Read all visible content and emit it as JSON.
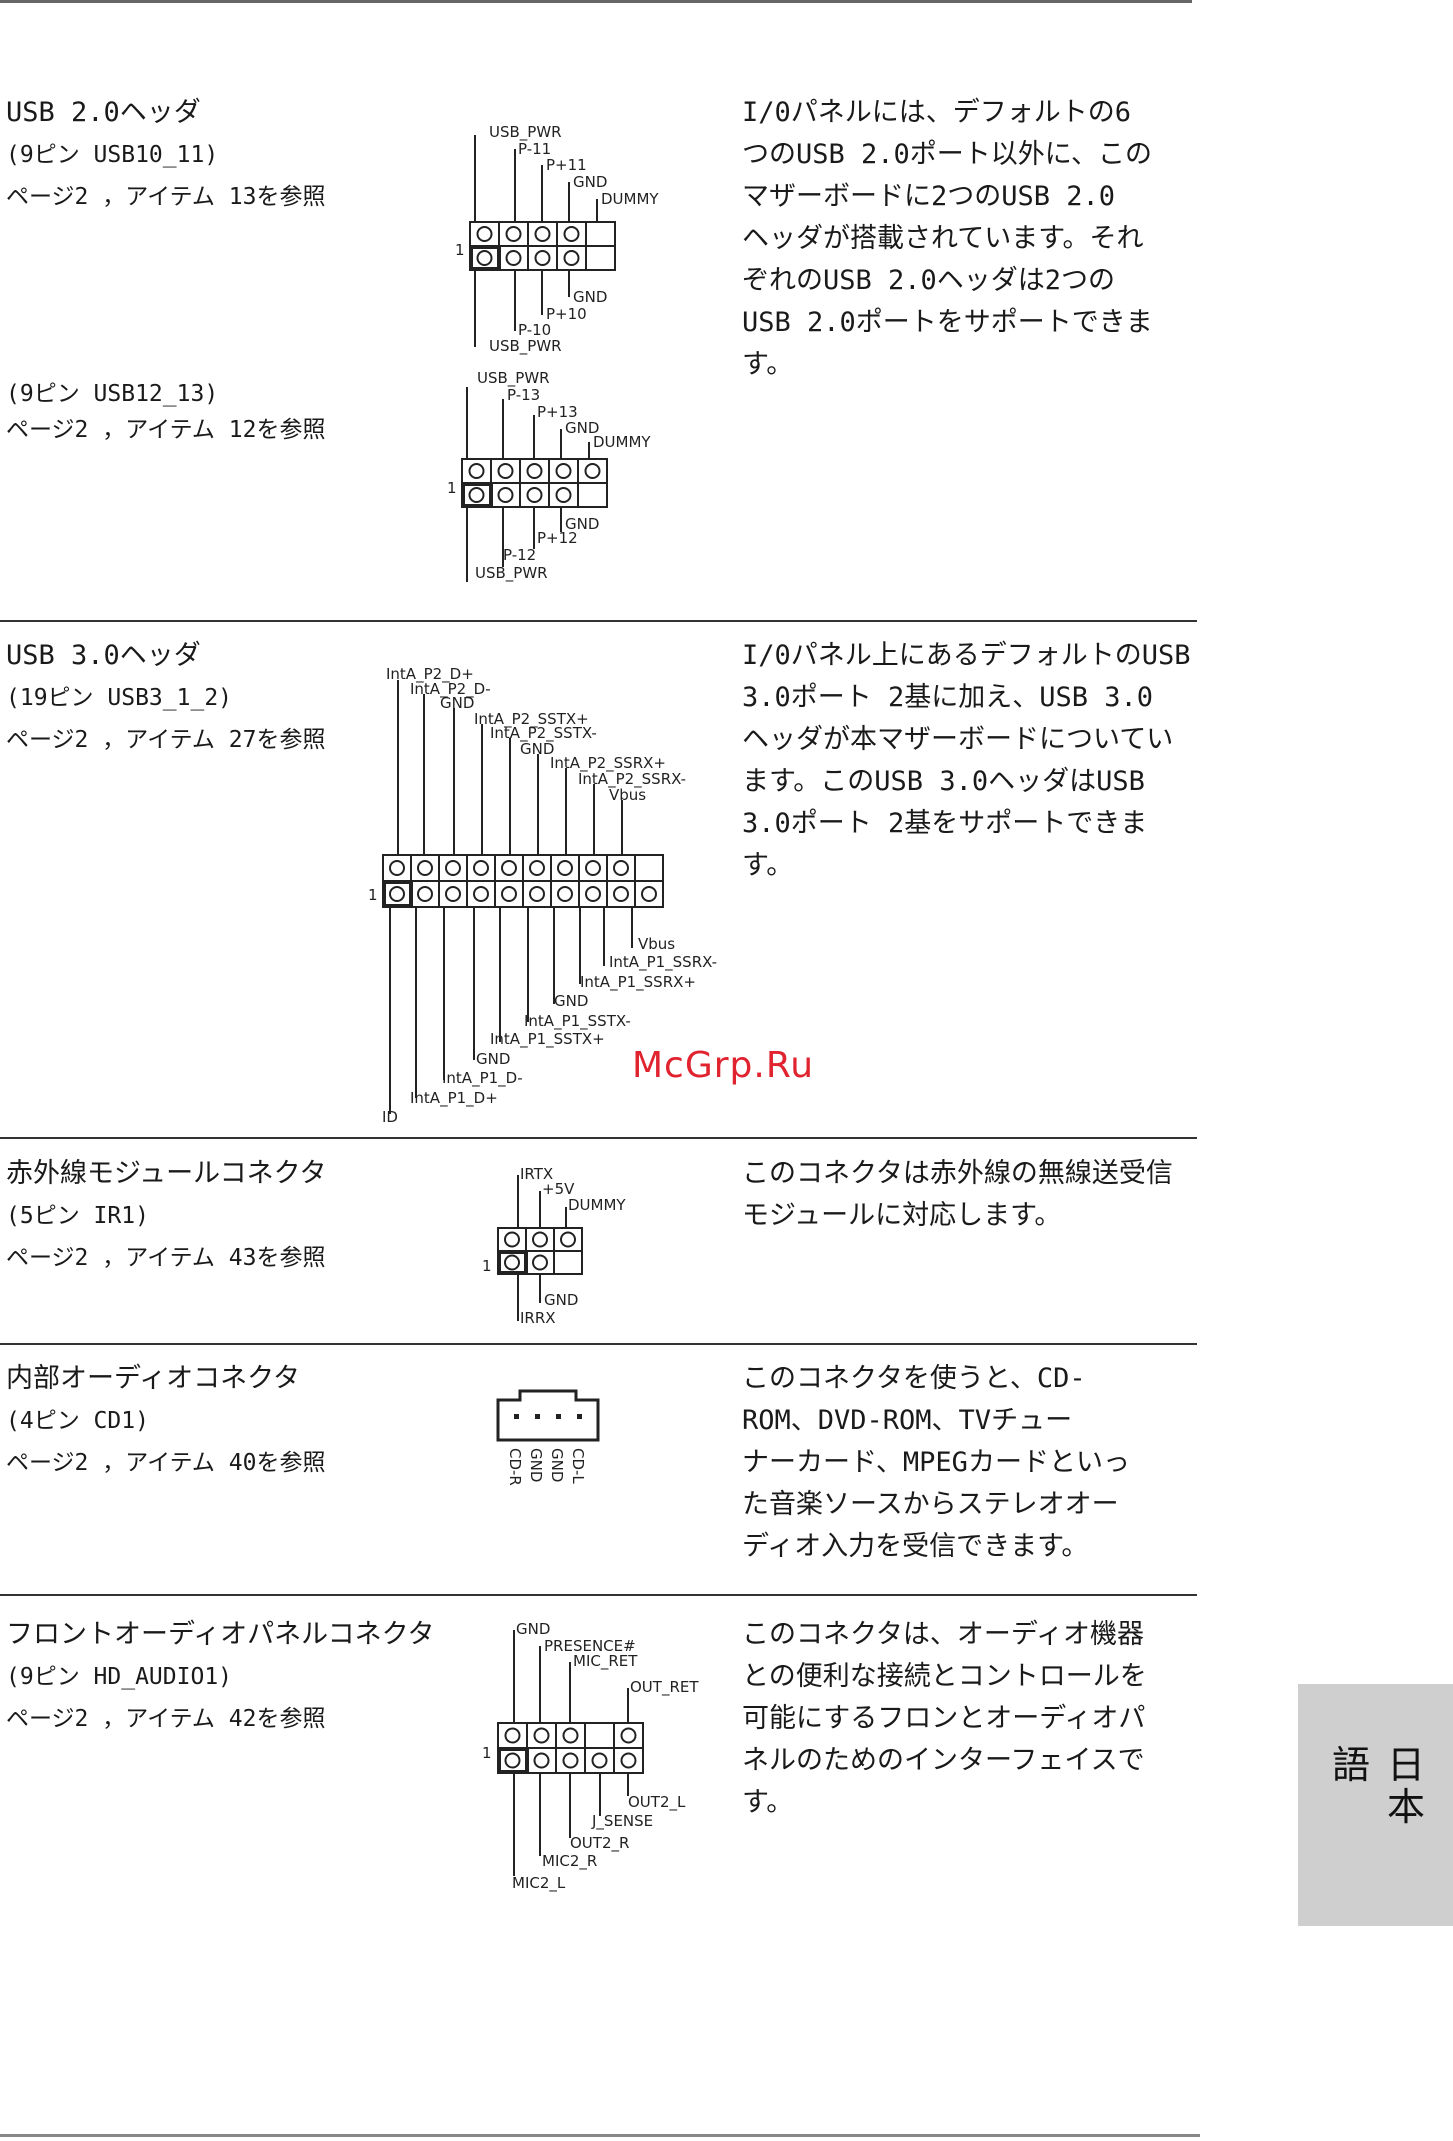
{
  "sections": {
    "usb2": {
      "title": "USB 2.0ヘッダ",
      "sub1": "(9ピン USB10_11)",
      "ref1": "ページ2 ，アイテム 13を参照",
      "sub2": "(9ピン USB12_13)",
      "ref2": "ページ2 ，アイテム 12を参照",
      "desc": "I/0パネルには、デフォルトの6\nつのUSB 2.0ポート以外に、この\nマザーボードに2つのUSB 2.0\nヘッダが搭載されています。それ\nぞれのUSB 2.0ヘッダは2つの\nUSB 2.0ポートをサポートできま\nす。",
      "d1": {
        "top_labels": [
          "USB_PWR",
          "P-11",
          "P+11",
          "GND",
          "DUMMY"
        ],
        "bottom_labels": [
          "GND",
          "P+10",
          "P-10",
          "USB_PWR"
        ],
        "pin1": "1"
      },
      "d2": {
        "top_labels": [
          "USB_PWR",
          "P-13",
          "P+13",
          "GND",
          "DUMMY"
        ],
        "bottom_labels": [
          "GND",
          "P+12",
          "P-12",
          "USB_PWR"
        ],
        "pin1": "1"
      }
    },
    "usb3": {
      "title": "USB 3.0ヘッダ",
      "sub": "(19ピン USB3_1_2)",
      "ref": "ページ2 ，アイテム 27を参照",
      "desc": "I/0パネル上にあるデフォルトのUSB\n3.0ポート 2基に加え、USB 3.0\nヘッダが本マザーボードについてい\nます。このUSB 3.0ヘッダはUSB\n3.0ポート 2基をサポートできます。",
      "top_labels": [
        "IntA_P2_D+",
        "IntA_P2_D-",
        "GND",
        "IntA_P2_SSTX+",
        "IntA_P2_SSTX-",
        "GND",
        "IntA_P2_SSRX+",
        "IntA_P2_SSRX-",
        "Vbus"
      ],
      "bottom_labels": [
        "Vbus",
        "IntA_P1_SSRX-",
        "IntA_P1_SSRX+",
        "GND",
        "IntA_P1_SSTX-",
        "IntA_P1_SSTX+",
        "GND",
        "IntA_P1_D-",
        "IntA_P1_D+",
        "ID"
      ],
      "pin1": "1"
    },
    "ir": {
      "title": "赤外線モジュールコネクタ",
      "sub": "(5ピン IR1)",
      "ref": "ページ2 ，アイテム 43を参照",
      "desc": "このコネクタは赤外線の無線送受信\nモジュールに対応します。",
      "top_labels": [
        "IRTX",
        "+5V",
        "DUMMY"
      ],
      "bottom_labels": [
        "GND",
        "IRRX"
      ],
      "pin1": "1"
    },
    "cd": {
      "title": "内部オーディオコネクタ",
      "sub": "(4ピン CD1)",
      "ref": "ページ2 ，アイテム 40を参照",
      "desc": "このコネクタを使うと、CD-\nROM、DVD-ROM、TVチュー\nナーカード、MPEGカードといっ\nた音楽ソースからステレオオー\nディオ入力を受信できます。",
      "labels": [
        "CD-R",
        "GND",
        "GND",
        "CD-L"
      ]
    },
    "hda": {
      "title": "フロントオーディオパネルコネクタ",
      "sub": "(9ピン HD_AUDIO1)",
      "ref": "ページ2 ，アイテム 42を参照",
      "desc": "このコネクタは、オーディオ機器\nとの便利な接続とコントロールを\n可能にするフロンとオーディオパ\nネルのためのインターフェイスで\nす。",
      "top_labels": [
        "GND",
        "PRESENCE#",
        "MIC_RET",
        "OUT_RET"
      ],
      "bottom_labels": [
        "OUT2_L",
        "J_SENSE",
        "OUT2_R",
        "MIC2_R",
        "MIC2_L"
      ],
      "pin1": "1"
    }
  },
  "watermark": "McGrp.Ru",
  "side_tab": "日本語"
}
